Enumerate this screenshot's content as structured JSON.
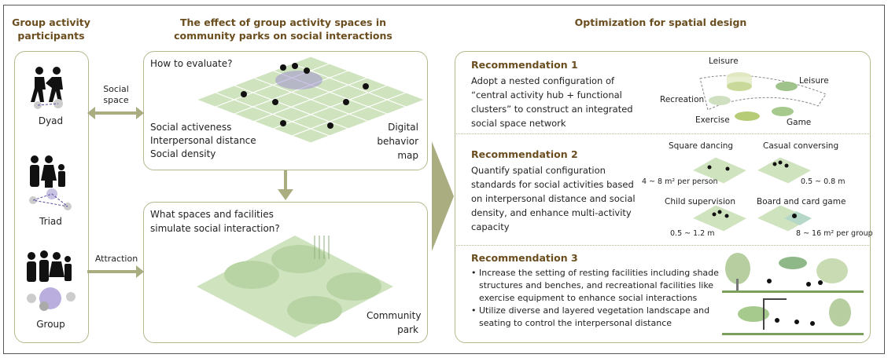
{
  "headers": {
    "participants": "Group activity participants",
    "effect": "The effect of group activity spaces in community parks on social interactions",
    "optimization": "Optimization for spatial design"
  },
  "participants": [
    {
      "label": "Dyad"
    },
    {
      "label": "Triad"
    },
    {
      "label": "Group"
    }
  ],
  "connectors": {
    "social_space": "Social space",
    "attraction": "Attraction"
  },
  "evaluate": {
    "question": "How to evaluate?",
    "metrics": [
      "Social activeness",
      "Interpersonal distance",
      "Social density"
    ],
    "map_label": "Digital behavior map"
  },
  "spaces": {
    "question": "What spaces and facilities simulate social interaction?",
    "park_label": "Community park"
  },
  "recommendations": [
    {
      "title": "Recommendation 1",
      "text": "Adopt a nested configuration of “central activity hub + functional clusters” to construct an integrated social space network",
      "diagram_labels": [
        "Leisure",
        "Leisure",
        "Recreation",
        "Exercise",
        "Game"
      ]
    },
    {
      "title": "Recommendation 2",
      "text": "Quantify spatial configuration standards for social activities based on interpersonal distance and social density, and enhance multi-activity capacity",
      "activities": [
        {
          "name": "Square dancing",
          "standard": "4 ~ 8 m² per person"
        },
        {
          "name": "Casual conversing",
          "standard": "0.5 ~ 0.8 m"
        },
        {
          "name": "Child supervision",
          "standard": "0.5 ~ 1.2 m"
        },
        {
          "name": "Board and card game",
          "standard": "8 ~ 16 m² per group"
        }
      ]
    },
    {
      "title": "Recommendation 3",
      "bullets": [
        "Increase the setting of resting facilities including shade structures and benches, and recreational facilities like exercise equipment to enhance social interactions",
        "Utilize diverse and layered vegetation landscape and seating to control the interpersonal distance"
      ]
    }
  ],
  "colors": {
    "border": "#b5b88c",
    "heading": "#6b4e1f",
    "grid": "#cfe3bf",
    "arrow": "#a9ad7f"
  }
}
